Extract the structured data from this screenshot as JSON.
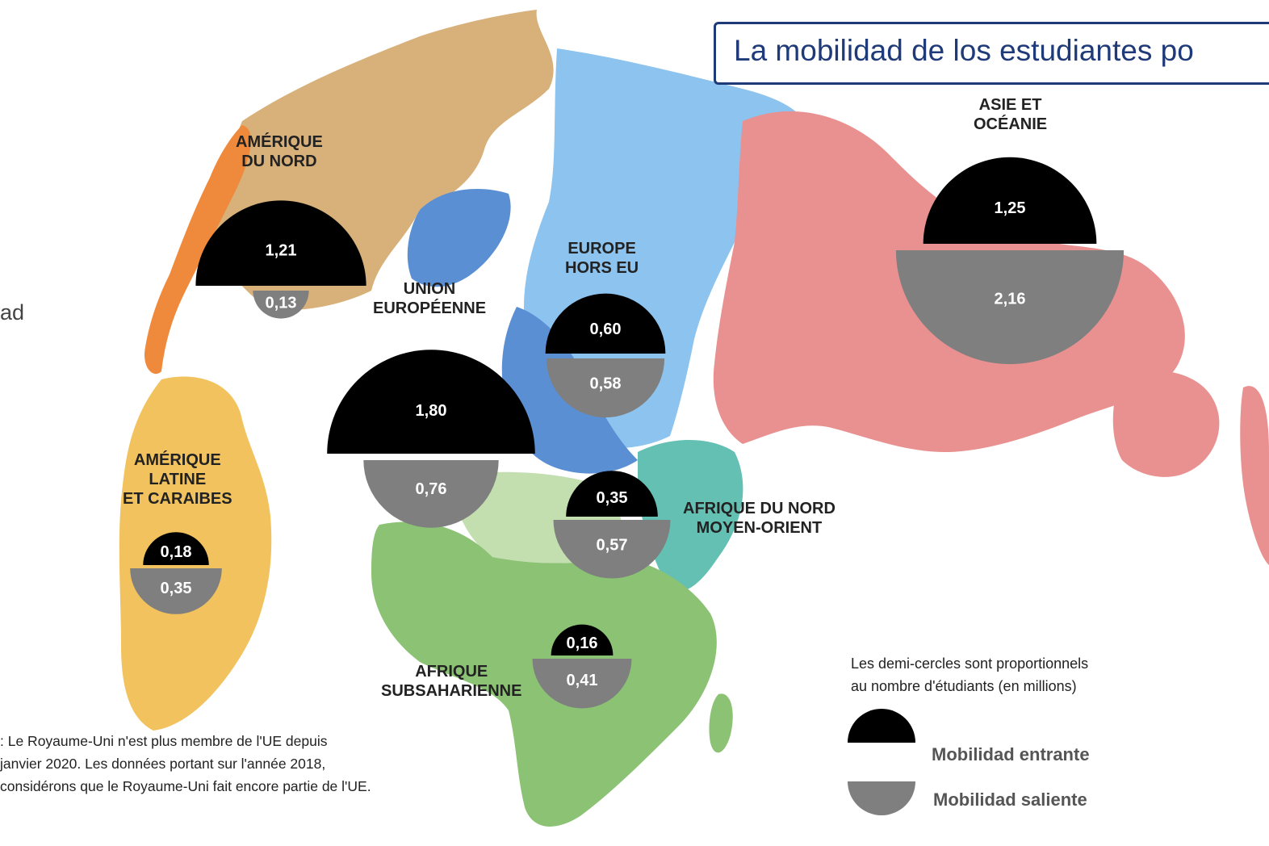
{
  "title": "La mobilidad de los estudiantes po",
  "side_fragment": "ad",
  "regions": [
    {
      "key": "north_america",
      "name_lines": [
        "AMÉRIQUE",
        "DU NORD"
      ],
      "incoming": "1,21",
      "outgoing": "0,13",
      "incoming_value": 1.21,
      "outgoing_value": 0.13
    },
    {
      "key": "european_union",
      "name_lines": [
        "UNION",
        "EUROPÉENNE"
      ],
      "incoming": "1,80",
      "outgoing": "0,76",
      "incoming_value": 1.8,
      "outgoing_value": 0.76
    },
    {
      "key": "europe_non_eu",
      "name_lines": [
        "EUROPE",
        "HORS EU"
      ],
      "incoming": "0,60",
      "outgoing": "0,58",
      "incoming_value": 0.6,
      "outgoing_value": 0.58
    },
    {
      "key": "asia_oceania",
      "name_lines": [
        "ASIE ET",
        "OCÉANIE"
      ],
      "incoming": "1,25",
      "outgoing": "2,16",
      "incoming_value": 1.25,
      "outgoing_value": 2.16
    },
    {
      "key": "latin_america",
      "name_lines": [
        "AMÉRIQUE",
        "LATINE",
        "ET CARAIBES"
      ],
      "incoming": "0,18",
      "outgoing": "0,35",
      "incoming_value": 0.18,
      "outgoing_value": 0.35
    },
    {
      "key": "north_africa_middle_east",
      "name_lines": [
        "AFRIQUE DU NORD",
        "MOYEN-ORIENT"
      ],
      "incoming": "0,35",
      "outgoing": "0,57",
      "incoming_value": 0.35,
      "outgoing_value": 0.57
    },
    {
      "key": "sub_saharan_africa",
      "name_lines": [
        "AFRIQUE",
        "SUBSAHARIENNE"
      ],
      "incoming": "0,16",
      "outgoing": "0,41",
      "incoming_value": 0.16,
      "outgoing_value": 0.41
    }
  ],
  "note_lines": [
    ": Le Royaume-Uni n'est plus membre de l'UE depuis",
    " janvier 2020. Les données portant sur l'année 2018,",
    " considérons que le Royaume-Uni fait encore partie de l'UE."
  ],
  "legend": {
    "note_lines": [
      "Les demi-cercles sont proportionnels",
      "au nombre d'étudiants (en millions)"
    ],
    "incoming_label": "Mobilidad entrante",
    "outgoing_label": "Mobilidad saliente"
  },
  "colors": {
    "incoming": "#000000",
    "outgoing": "#7f7f7f",
    "title_border": "#1f3a78",
    "north_america": "#d8b07a",
    "central_america": "#ef8a3c",
    "latin_america": "#f2c25e",
    "greenland_europe": "#5b8fd4",
    "russia_europe": "#8cc3ef",
    "asia": "#e99190",
    "north_africa": "#63c0b3",
    "sahara": "#c3dfb0",
    "africa": "#8bc274"
  }
}
